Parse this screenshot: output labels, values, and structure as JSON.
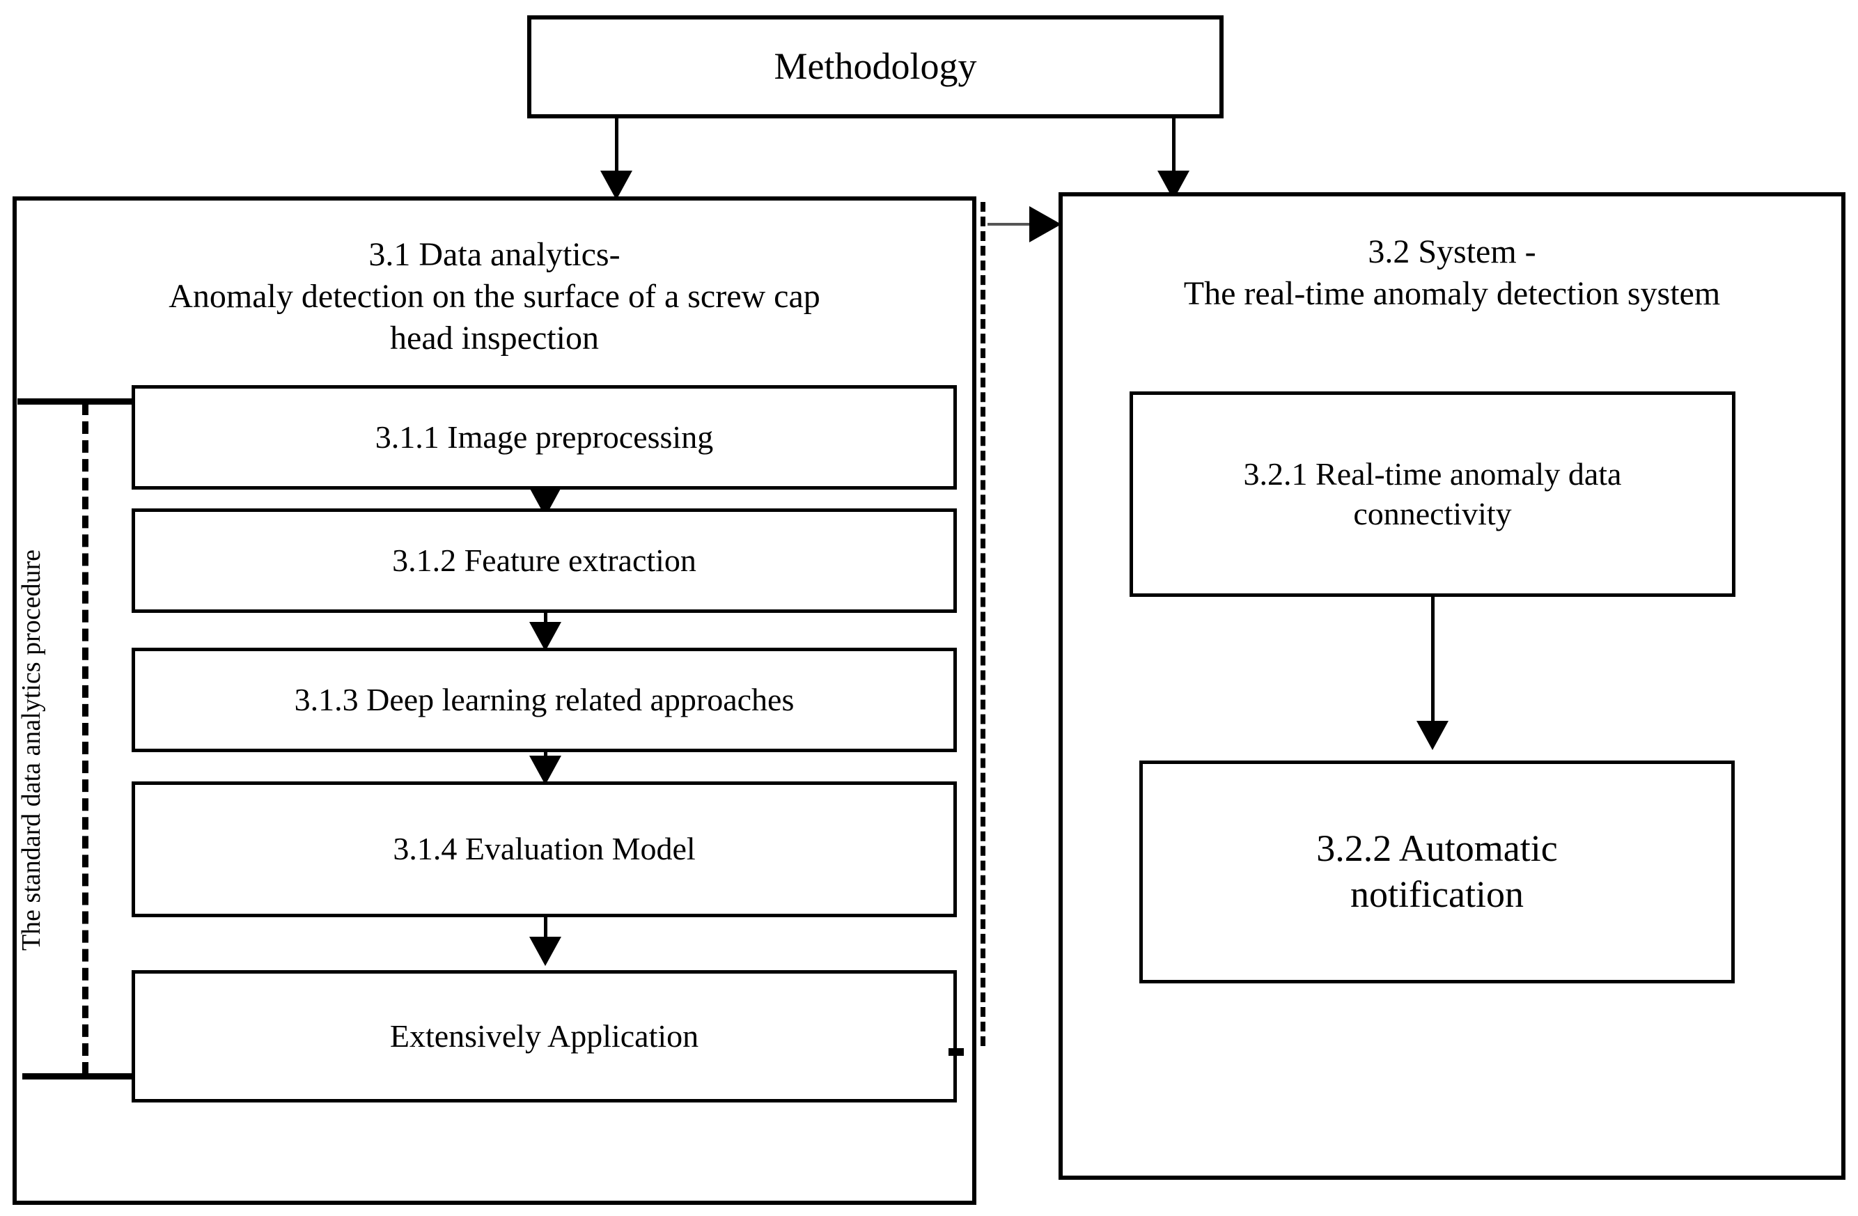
{
  "diagram": {
    "title": "Methodology",
    "root": {
      "label": "Methodology"
    },
    "panels": [
      {
        "id": "data-analytics",
        "title": "3.1 Data analytics-\nAnomaly detection on the surface of a screw cap\nhead inspection",
        "steps": [
          {
            "id": "3.1.1",
            "label": "3.1.1 Image preprocessing"
          },
          {
            "id": "3.1.2",
            "label": "3.1.2 Feature extraction"
          },
          {
            "id": "3.1.3",
            "label": "3.1.3 Deep learning related approaches"
          },
          {
            "id": "3.1.4",
            "label": "3.1.4 Evaluation Model"
          },
          {
            "id": "application",
            "label": "Extensively Application"
          }
        ],
        "side_annotation": "The standard data analytics procedure"
      },
      {
        "id": "system",
        "title": "3.2 System -\nThe real-time anomaly detection system",
        "steps": [
          {
            "id": "3.2.1",
            "label": "3.2.1 Real-time anomaly data\nconnectivity"
          },
          {
            "id": "3.2.2",
            "label": "3.2.2 Automatic\nnotification"
          }
        ]
      }
    ],
    "colors": {
      "stroke": "#000000",
      "background": "#ffffff",
      "text": "#000000"
    }
  }
}
